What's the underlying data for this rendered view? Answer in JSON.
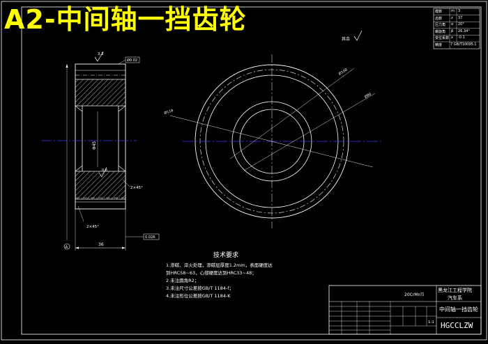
{
  "banner_title": "A2-中间轴一挡齿轮",
  "tech_requirements": {
    "title": "技术要求",
    "lines": [
      "1.渗碳、淬火处理，渗碳层厚度1.2mm，表面硬度达",
      "  到HRC58~63，心部硬度达到HRC33~48；",
      "2.未注圆角R2；",
      "3.未注尺寸公差按GB/T 1184-f；",
      "4.未注形位公差按GB/T 1184-K"
    ]
  },
  "title_block": {
    "material": "20CrMnTi",
    "school": "黑龙江工程学院",
    "department": "汽车系",
    "part_name": "中间轴一挡齿轮",
    "drawing_code": "HGCCLZW",
    "scale": "1:1"
  },
  "gear_params": {
    "rows": [
      [
        "模数",
        "m",
        "3"
      ],
      [
        "齿数",
        "z",
        "37"
      ],
      [
        "压力角",
        "α",
        "20°"
      ],
      [
        "螺旋角",
        "β",
        "26.34°"
      ],
      [
        "变位系数",
        "x",
        "-0.1"
      ],
      [
        "精度",
        "",
        "7 GB/T10095.1"
      ]
    ]
  },
  "annotations": {
    "roughness_other": "其余",
    "roughness_left": "3.2",
    "roughness_bore": "0.8",
    "chamfer_mid": "2×45°",
    "chamfer_bottom": "2×45°",
    "bore_dim": "Φ45",
    "width_dim": "36",
    "ref_box": "Ø0.02",
    "runout_box": "0.02A",
    "datum": "A",
    "dia_tip": "Ø118",
    "dia_root": "Ø108",
    "dia_hub": "Ø80"
  },
  "colors": {
    "background": "#000000",
    "lines": "#ffffff",
    "center_line": "#3a3aff",
    "banner": "#ffff00",
    "hatch": "#ffffff"
  }
}
